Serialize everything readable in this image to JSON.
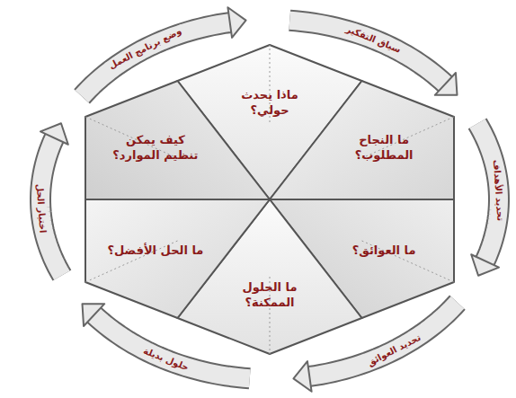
{
  "diagram": {
    "nodes": [
      {
        "text": [
          "ماذا يحدث حولي؟"
        ]
      },
      {
        "text": [
          "ما النجاح المطلوب؟"
        ]
      },
      {
        "text": [
          "ما العوائق؟"
        ]
      },
      {
        "text": [
          "ما الحلول الممكنة؟"
        ]
      },
      {
        "text": [
          "ما الحل الأفضل؟"
        ]
      },
      {
        "text": [
          "كيف يمكن تنظيم الموارد؟"
        ]
      }
    ],
    "labels": [
      "وضع برنامج العمل",
      "سياق التفكير",
      "تحديد الأهداف",
      "تحديد العوائق",
      "حلول بديلة",
      "اختيار الحل"
    ]
  }
}
